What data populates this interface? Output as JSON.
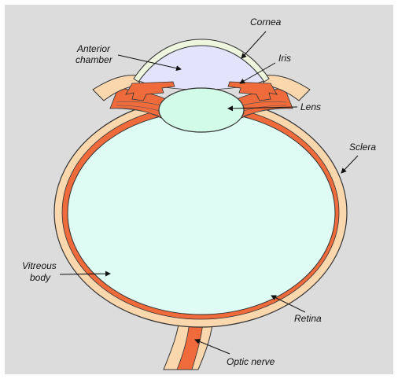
{
  "labels": {
    "cornea": "Cornea",
    "iris": "Iris",
    "anterior_chamber_line1": "Anterior",
    "anterior_chamber_line2": "chamber",
    "lens": "Lens",
    "sclera": "Sclera",
    "vitreous_line1": "Vitreous",
    "vitreous_line2": "body",
    "retina": "Retina",
    "optic_nerve": "Optic nerve"
  },
  "colors": {
    "background": "#dcdcdc",
    "sclera": "#fbd7ae",
    "choroid_retina": "#ef6b3c",
    "vitreous": "#dffcf4",
    "lens": "#d2fbe8",
    "anterior_chamber": "#e3e3fb",
    "cornea": "#eef6dd",
    "iris": "#ef6b3c",
    "outline": "#333333"
  }
}
